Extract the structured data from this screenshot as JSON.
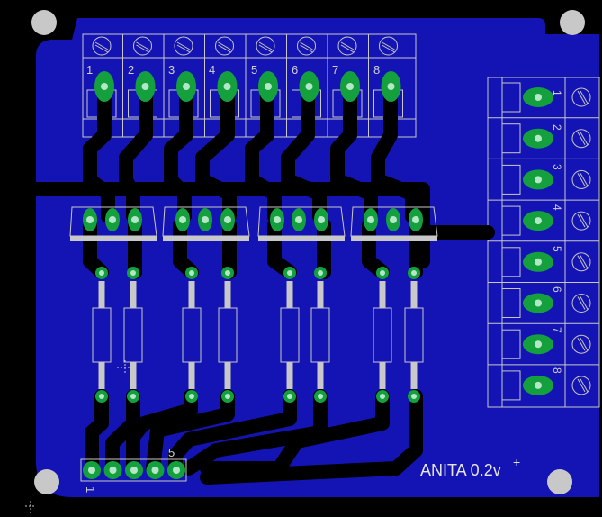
{
  "colors": {
    "background": "#000000",
    "copper": "#1414b4",
    "pad": "#14a03c",
    "drill": "#b4e6c8",
    "silkscreen": "#c8c8c8",
    "trace": "#000000",
    "mount_hole": "#c8c8c8"
  },
  "top_connector": {
    "pin_labels": [
      "1",
      "2",
      "3",
      "4",
      "5",
      "6",
      "7",
      "8"
    ]
  },
  "right_connector": {
    "pin_labels": [
      "1",
      "2",
      "3",
      "4",
      "5",
      "6",
      "7",
      "8"
    ]
  },
  "header": {
    "pin_start_label": "1",
    "pin_end_label": "5"
  },
  "board": {
    "title": "ANITA 0.2v",
    "superscript": "+"
  }
}
